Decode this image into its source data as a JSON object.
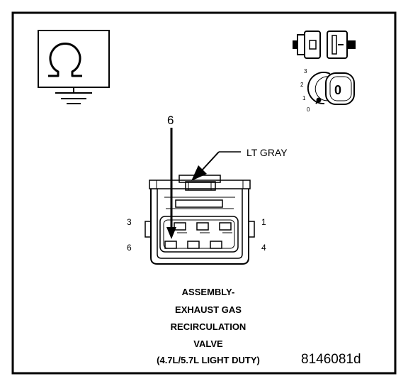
{
  "callouts": {
    "pin_pointer": "6",
    "wire_color": "LT GRAY"
  },
  "pin_labels": {
    "top_left": "3",
    "top_right": "1",
    "bottom_left": "6",
    "bottom_right": "4"
  },
  "caption": {
    "line1": "ASSEMBLY-",
    "line2": "EXHAUST GAS",
    "line3": "RECIRCULATION",
    "line4": "VALVE",
    "line5": "(4.7L/5.7L LIGHT DUTY)"
  },
  "figure_id": "8146081d",
  "switch_icon": {
    "positions": [
      "3",
      "2",
      "1",
      "0"
    ],
    "knob_label": "0"
  },
  "icons": [
    "ohmmeter-ground-icon",
    "connector-unplug-icon",
    "ignition-switch-off-icon"
  ]
}
